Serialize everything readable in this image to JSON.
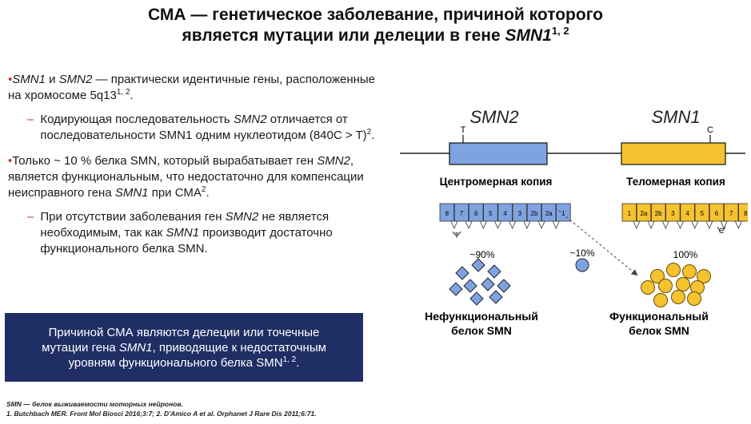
{
  "title": {
    "line1": "СМА — генетическое заболевание, причиной которого",
    "line2_prefix": "является мутации или делеции в гене ",
    "line2_gene": "SMN1",
    "line2_sup": "1, 2"
  },
  "bullets": {
    "b1": {
      "dot": "•",
      "gene1": "SMN1",
      "and": " и ",
      "gene2": "SMN2",
      "text": " — практически идентичные гены, расположенные на хромосоме 5q13",
      "sup": "1, 2",
      "end": "."
    },
    "s1": {
      "dash": "–",
      "t1": "Кодирующая последовательность ",
      "gene": "SMN2",
      "t2": " отличается от последовательности SMN1 одним нуклеотидом (840C > T)",
      "sup": "2",
      "end": "."
    },
    "b2": {
      "dot": "•",
      "t1": "Только ~ 10 % белка SMN, который вырабатывает ген ",
      "gene1": "SMN2",
      "t2": ", является функциональным, что недостаточно для компенсации неисправного гена ",
      "gene2": "SMN1",
      "t3": " при СМА",
      "sup": "2",
      "end": "."
    },
    "s2": {
      "dash": "–",
      "t1": "При отсутствии заболевания ген ",
      "gene1": "SMN2",
      "t2": " не является необходимым, так как ",
      "gene2": "SMN1",
      "t3": " производит достаточно функционального белка SMN."
    }
  },
  "callout": {
    "l1": "Причиной СМА являются делеции или точечные",
    "l2_prefix": "мутации гена ",
    "l2_gene": "SMN1",
    "l2_suffix": ", приводящие к недостаточным",
    "l3": "уровням функционального белка SMN",
    "l3_sup": "1, 2",
    "l3_end": "."
  },
  "footnote": {
    "l1": "SMN — белок выживаемости моторных нейронов.",
    "l2": "1. Butchbach MER. Front Mol Biosci 2016;3:7; 2. D'Amico A et al. Orphanet J Rare Dis 2011;6:71."
  },
  "diagram": {
    "smn2_label": "SMN2",
    "smn1_label": "SMN1",
    "smn2_nuc": "T",
    "smn1_nuc": "C",
    "centromeric": "Центромерная копия",
    "telomeric": "Теломерная копия",
    "smn2_exons": [
      "8",
      "7",
      "6",
      "5",
      "4",
      "3",
      "2b",
      "2a",
      "1"
    ],
    "smn1_exons": [
      "1",
      "2a",
      "2b",
      "3",
      "4",
      "5",
      "6",
      "7",
      "8"
    ],
    "skip_t": "T",
    "skip_c": "C",
    "pct90": "~90%",
    "pct10": "~10%",
    "pct100": "100%",
    "nonfunc_l1": "Нефункциональный",
    "nonfunc_l2": "белок SMN",
    "func_l1": "Функциональный",
    "func_l2": "белок SMN"
  },
  "colors": {
    "blue_gene": "#7fa3e0",
    "yellow_gene": "#f5c230",
    "navy": "#1f2e64",
    "red_marker": "#c0392b"
  }
}
